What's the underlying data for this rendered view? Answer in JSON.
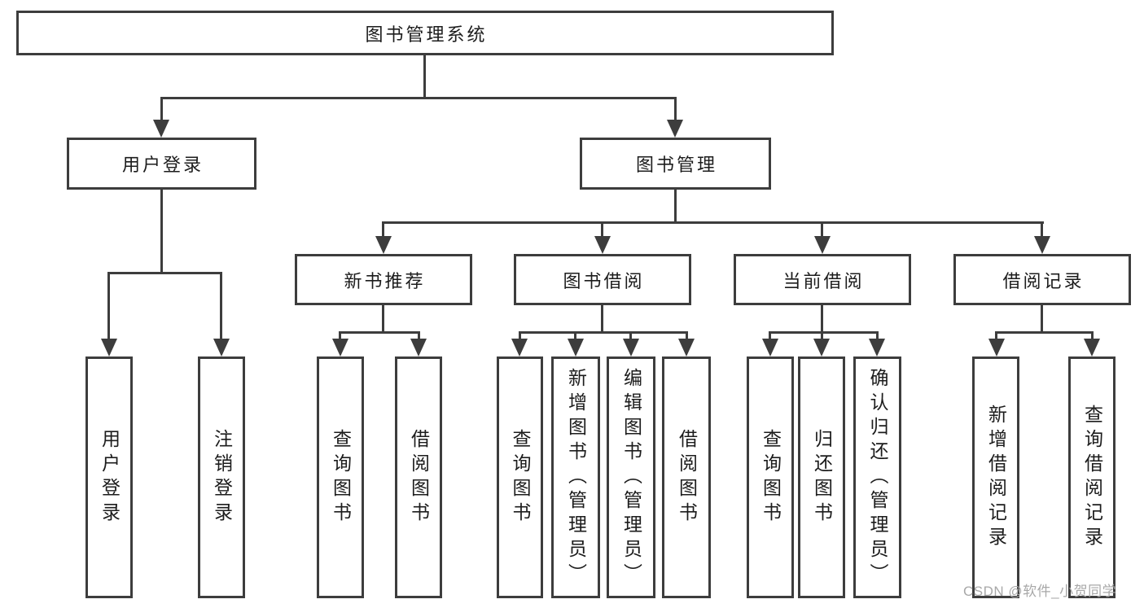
{
  "diagram": {
    "root": {
      "label": "图书管理系统"
    },
    "level2": {
      "user_login": {
        "label": "用户登录"
      },
      "book_management": {
        "label": "图书管理"
      }
    },
    "level3": {
      "new_book_recommend": {
        "label": "新书推荐"
      },
      "book_borrowing": {
        "label": "图书借阅"
      },
      "current_borrowing": {
        "label": "当前借阅"
      },
      "borrowing_records": {
        "label": "借阅记录"
      }
    },
    "leaves": {
      "user_login": {
        "label": "用户登录"
      },
      "logout": {
        "label": "注销登录"
      },
      "nb_query_books": {
        "label": "查询图书"
      },
      "nb_borrow_books": {
        "label": "借阅图书"
      },
      "bb_query_books": {
        "label": "查询图书"
      },
      "bb_add_books": {
        "label": "新增图书（管理员）"
      },
      "bb_edit_books": {
        "label": "编辑图书（管理员）"
      },
      "bb_borrow_books": {
        "label": "借阅图书"
      },
      "cb_query_books": {
        "label": "查询图书"
      },
      "cb_return_books": {
        "label": "归还图书"
      },
      "cb_confirm_return": {
        "label": "确认归还（管理员）"
      },
      "br_add_record": {
        "label": "新增借阅记录"
      },
      "br_query_record": {
        "label": "查询借阅记录"
      }
    }
  },
  "watermark": {
    "text": "CSDN @软件_小贺同学"
  },
  "colors": {
    "line": "#3d3d3d",
    "text": "#1c1c1c",
    "background": "#ffffff",
    "watermark": "#a8a8a8"
  }
}
